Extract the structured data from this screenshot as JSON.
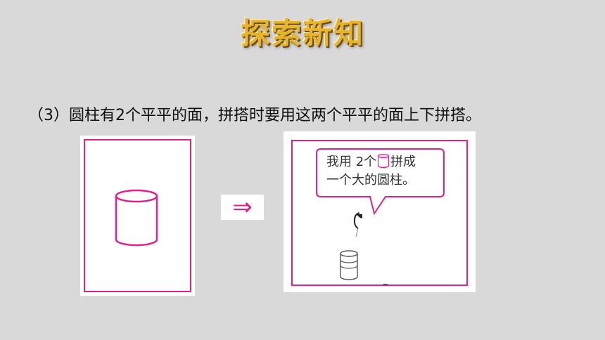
{
  "title": "探索新知",
  "statement": "（3）圆柱有2个平平的面，拼搭时要用这两个平平的面上下拼搭。",
  "left_card": {
    "icon": "cylinder-icon"
  },
  "arrow": "⇒",
  "right_card": {
    "bubble_line1_before": "我用 2个",
    "bubble_line1_after": "拼成",
    "bubble_line2": "一个大的圆柱。",
    "icons": [
      "cylinder-icon",
      "stacked-cylinder-icon",
      "child-head-icon"
    ]
  },
  "colors": {
    "background": "#d9d9d9",
    "accent_pink": "#e0208c",
    "title_gold": "#e8b52a",
    "card_bg": "#ffffff"
  }
}
